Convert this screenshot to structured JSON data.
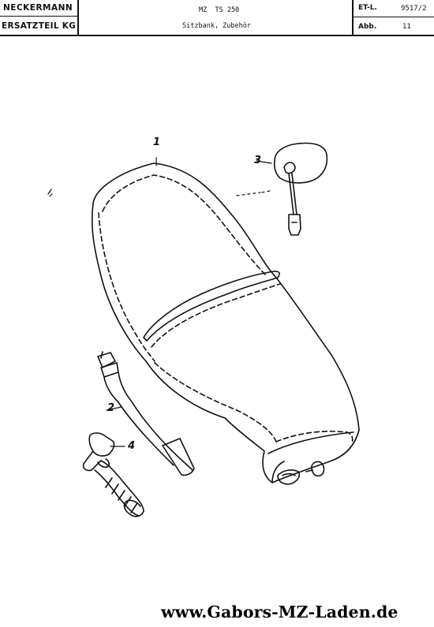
{
  "header": {
    "brand_top": "NECKERMANN",
    "brand_bottom": "ERSATZTEIL KG",
    "model": "MZ  TS 250",
    "subtitle": "Sitzbank, Zubehör",
    "et_label": "ET-L.",
    "et_value": "9517/2",
    "abb_label": "Abb.",
    "abb_value": "11"
  },
  "callouts": {
    "c1": "1",
    "c2": "2",
    "c3": "3",
    "c4": "4"
  },
  "footer": {
    "url": "www.Gabors-MZ-Laden.de"
  }
}
